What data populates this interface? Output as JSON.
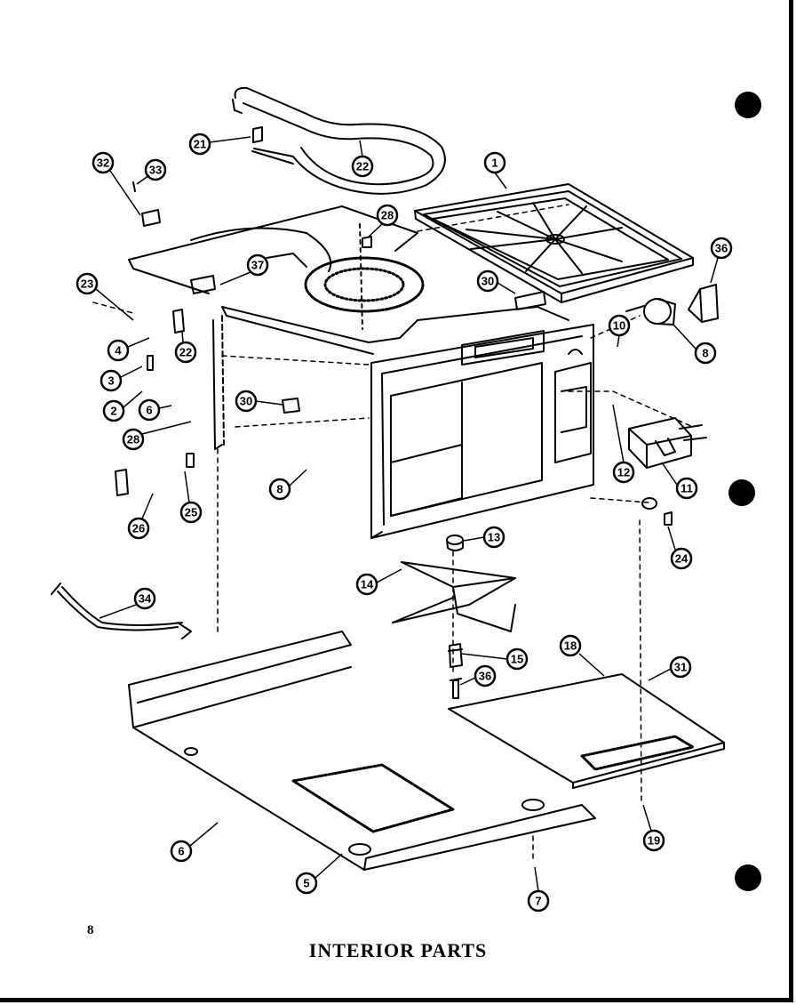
{
  "page_number": "8",
  "caption": "INTERIOR PARTS",
  "callouts": [
    {
      "id": "c1",
      "label": "1"
    },
    {
      "id": "c2",
      "label": "2"
    },
    {
      "id": "c3",
      "label": "3"
    },
    {
      "id": "c4",
      "label": "4"
    },
    {
      "id": "c5",
      "label": "5"
    },
    {
      "id": "c6a",
      "label": "6"
    },
    {
      "id": "c6b",
      "label": "6"
    },
    {
      "id": "c7",
      "label": "7"
    },
    {
      "id": "c8a",
      "label": "8"
    },
    {
      "id": "c8b",
      "label": "8"
    },
    {
      "id": "c10",
      "label": "10"
    },
    {
      "id": "c11",
      "label": "11"
    },
    {
      "id": "c12",
      "label": "12"
    },
    {
      "id": "c13",
      "label": "13"
    },
    {
      "id": "c14",
      "label": "14"
    },
    {
      "id": "c15",
      "label": "15"
    },
    {
      "id": "c18",
      "label": "18"
    },
    {
      "id": "c19",
      "label": "19"
    },
    {
      "id": "c21",
      "label": "21"
    },
    {
      "id": "c22a",
      "label": "22"
    },
    {
      "id": "c22b",
      "label": "22"
    },
    {
      "id": "c23",
      "label": "23"
    },
    {
      "id": "c24",
      "label": "24"
    },
    {
      "id": "c25",
      "label": "25"
    },
    {
      "id": "c26",
      "label": "26"
    },
    {
      "id": "c28a",
      "label": "28"
    },
    {
      "id": "c28b",
      "label": "28"
    },
    {
      "id": "c30a",
      "label": "30"
    },
    {
      "id": "c30b",
      "label": "30"
    },
    {
      "id": "c31",
      "label": "31"
    },
    {
      "id": "c32",
      "label": "32"
    },
    {
      "id": "c33",
      "label": "33"
    },
    {
      "id": "c34",
      "label": "34"
    },
    {
      "id": "c36a",
      "label": "36"
    },
    {
      "id": "c36b",
      "label": "36"
    },
    {
      "id": "c37",
      "label": "37"
    }
  ]
}
